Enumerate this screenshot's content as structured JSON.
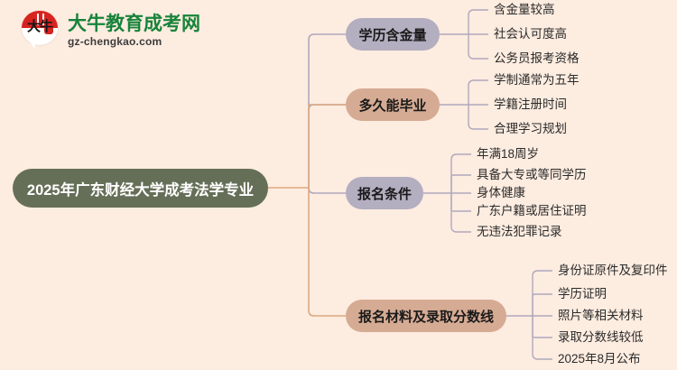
{
  "logo": {
    "mark_text": "大牛",
    "icon": "speech-bubble-logo-icon",
    "title": "大牛教育成考网",
    "url": "gz-chengkao.com"
  },
  "mindmap": {
    "root": {
      "label": "2025年广东财经大学成考法学专业",
      "color": "#656f58",
      "text_color": "#ffffff"
    },
    "branches": [
      {
        "label": "学历含金量",
        "color": "#b3aec0",
        "children": [
          "含金量较高",
          "社会认可度高",
          "公务员报考资格"
        ]
      },
      {
        "label": "多久能毕业",
        "color": "#d6ab93",
        "children": [
          "学制通常为五年",
          "学籍注册时间",
          "合理学习规划"
        ]
      },
      {
        "label": "报名条件",
        "color": "#b3aec0",
        "children": [
          "年满18周岁",
          "具备大专或等同学历",
          "身体健康",
          "广东户籍或居住证明",
          "无违法犯罪记录"
        ]
      },
      {
        "label": "报名材料及录取分数线",
        "color": "#d6ab93",
        "children": [
          "身份证原件及复印件",
          "学历证明",
          "照片等相关材料",
          "录取分数线较低",
          "2025年8月公布"
        ]
      }
    ],
    "connector_colors": {
      "trunk_purple": "#b0a8bd",
      "trunk_tan": "#dca880",
      "leaf_line": "#b0a8bd"
    },
    "background": "#fdece0"
  }
}
